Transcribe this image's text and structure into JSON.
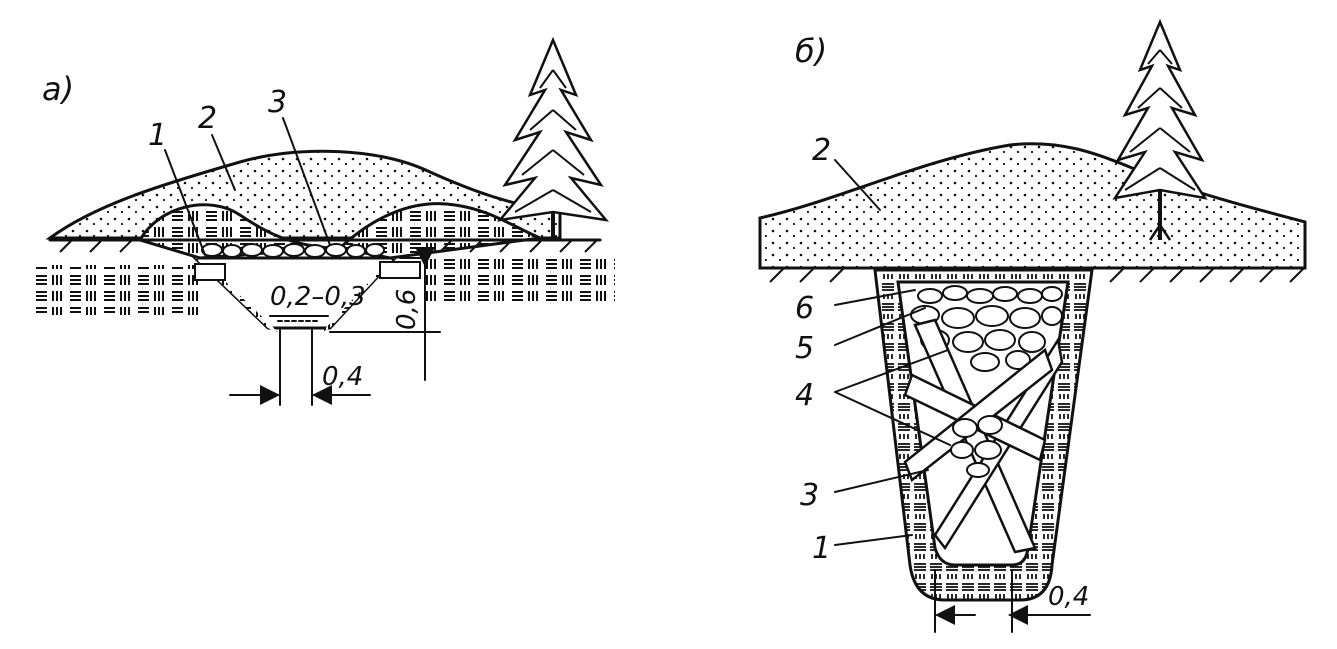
{
  "panel_a": {
    "letter": "а)",
    "labels": {
      "one": "1",
      "two": "2",
      "three": "3"
    },
    "dims": {
      "top_width": "0,2–0,3",
      "depth": "0,6",
      "bottom_width": "0,4"
    }
  },
  "panel_b": {
    "letter": "б)",
    "labels": {
      "one": "1",
      "two": "2",
      "three": "3",
      "four": "4",
      "five": "5",
      "six": "6"
    },
    "dims": {
      "bottom_width": "0,4"
    }
  },
  "colors": {
    "ink": "#111111",
    "paper": "#ffffff"
  }
}
